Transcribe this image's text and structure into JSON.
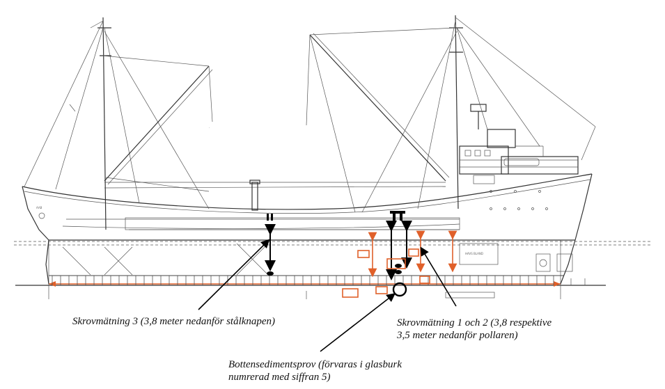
{
  "annotations": {
    "hull3": "Skrovmätning 3 (3,8 meter nedanför stålknapen)",
    "hull12_line1": "Skrovmätning 1 och 2 (3,8 respektive",
    "hull12_line2": "3,5 meter nedanför pollaren)",
    "sediment_line1": "Bottensedimentsprov (förvaras i glasburk",
    "sediment_line2": "numrerad med siffran 5)"
  },
  "drawing_labels": {
    "hold_label": "HAVS BLAND",
    "stern_mark": "AAB"
  },
  "colors": {
    "measure_red": "#e0602a",
    "line_gray": "#333333"
  }
}
